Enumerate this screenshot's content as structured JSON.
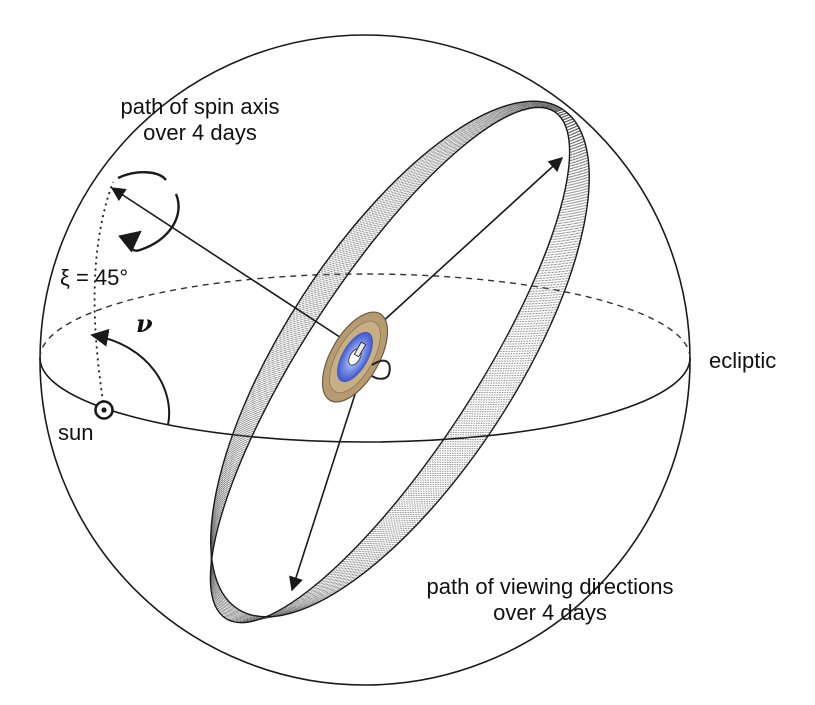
{
  "labels": {
    "spin_path_line1": "path of spin axis",
    "spin_path_line2": "over 4 days",
    "xi": "ξ = 45°",
    "nu": "ν",
    "sun": "sun",
    "ecliptic": "ecliptic",
    "view_path_line1": "path of viewing directions",
    "view_path_line2": "over 4 days"
  },
  "colors": {
    "line": "#1a1a1a",
    "band": "#6f6f6f",
    "sensor_blue": "#4f6fd6",
    "sensor_tan": "#b59a72"
  },
  "geometry_values": {
    "xi_deg": 45,
    "days": 4
  }
}
